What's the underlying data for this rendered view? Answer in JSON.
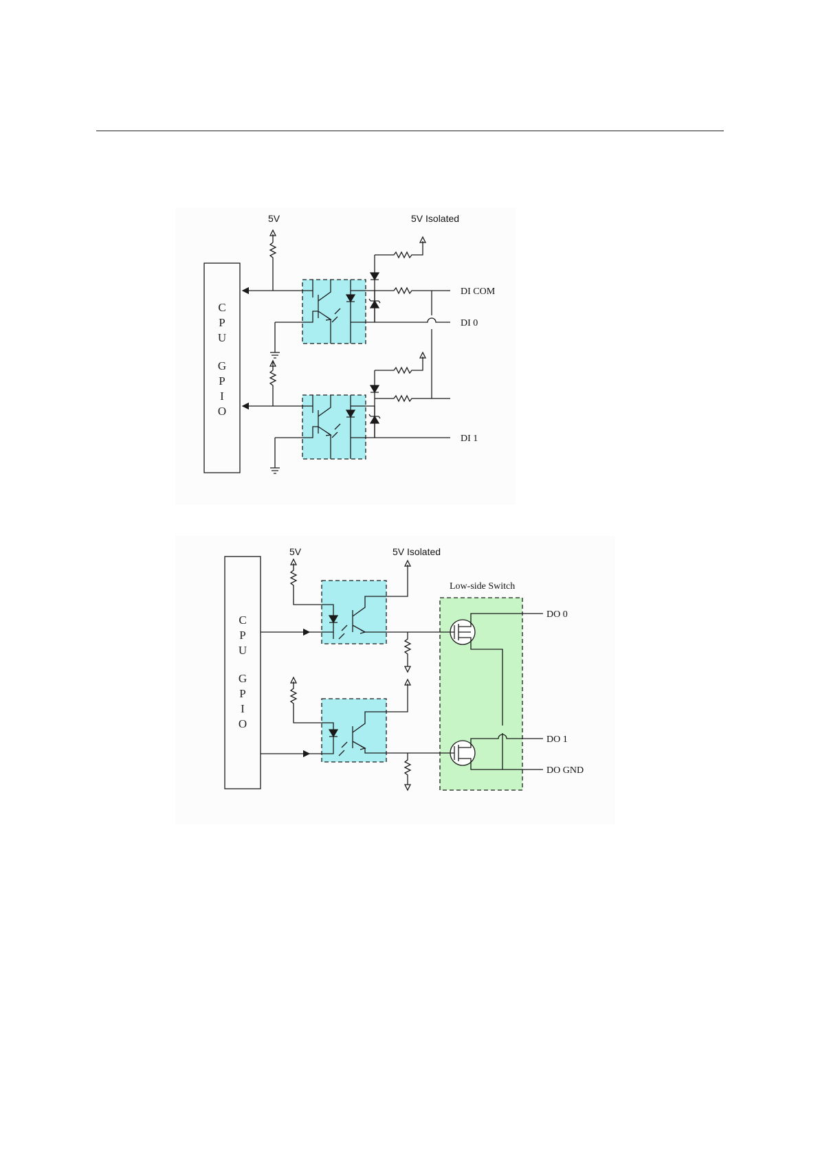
{
  "colors": {
    "optocoupler": "#aaeef2",
    "low_side_switch": "#c8f5c6",
    "line": "#1a1a1a"
  },
  "di": {
    "supply_5v": "5V",
    "supply_iso": "5V Isolated",
    "cpu_letters": [
      "C",
      "P",
      "U",
      "",
      "G",
      "P",
      "I",
      "O"
    ],
    "di_com": "DI COM",
    "di0": "DI 0",
    "di1": "DI 1"
  },
  "do": {
    "supply_5v": "5V",
    "supply_iso": "5V Isolated",
    "cpu_letters": [
      "C",
      "P",
      "U",
      "",
      "G",
      "P",
      "I",
      "O"
    ],
    "switch_title": "Low-side Switch",
    "do0": "DO 0",
    "do1": "DO 1",
    "do_gnd": "DO GND"
  }
}
